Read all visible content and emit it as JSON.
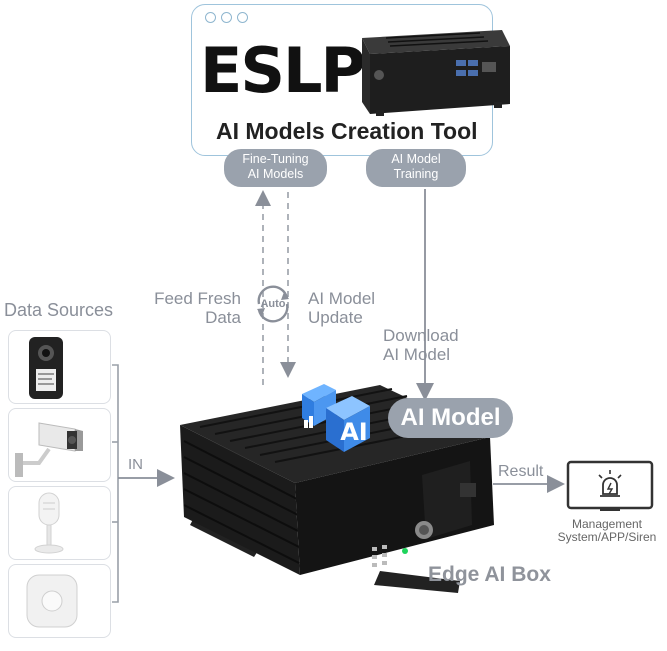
{
  "tool": {
    "brand": "ESLP",
    "title": "AI Models Creation Tool",
    "fine_tuning": [
      "Fine-Tuning",
      "AI Models"
    ],
    "training": [
      "AI Model",
      "Training"
    ]
  },
  "flow": {
    "feed_fresh": [
      "Feed Fresh",
      "Data"
    ],
    "auto": "Auto",
    "model_update": [
      "AI Model",
      "Update"
    ],
    "download": [
      "Download",
      "AI Model"
    ],
    "in": "IN",
    "result": "Result"
  },
  "data_sources": {
    "title": "Data Sources",
    "items": [
      "body-camera",
      "cctv-camera",
      "microphone",
      "motion-sensor"
    ]
  },
  "ai_model_badge": "AI Model",
  "ai_icon_letters": "AI",
  "edge_box": "Edge AI Box",
  "management": [
    "Management",
    "System/APP/Siren"
  ],
  "colors": {
    "window_border": "#9fc4dc",
    "pill": "#9aa2ad",
    "text_gray": "#8a8f99",
    "ai_blue": "#2f7de0"
  }
}
